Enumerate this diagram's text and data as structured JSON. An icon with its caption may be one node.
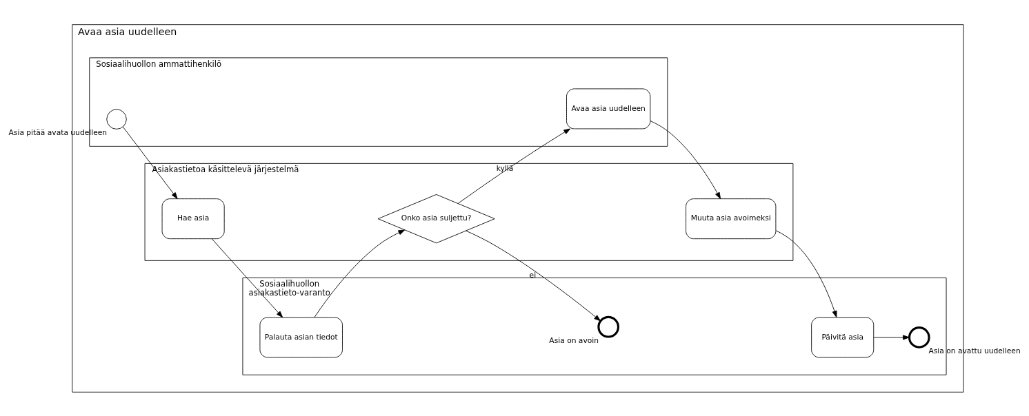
{
  "diagram": {
    "nodes": [
      {
        "text": [
          "Avaa asia uudelleen"
        ]
      },
      {
        "text": [
          "Sosiaalihuollon ammattihenkilö"
        ],
        "in": 0
      },
      {
        "text": [
          "Asiakastietoa käsittelevä järjestelmä"
        ],
        "in": 0
      },
      {
        "text": [
          "Sosiaalihuollon",
          "asiakastieto-varanto"
        ],
        "in": 0
      },
      {
        "text": [],
        "shape": "circle",
        "beside": [
          "Asia pitää avata uudelleen"
        ],
        "in": 1
      },
      {
        "text": [
          "Avaa asia uudelleen"
        ],
        "in": 1
      },
      {
        "text": [
          "Hae asia"
        ],
        "in": 2
      },
      {
        "text": [
          "Onko asia suljettu?"
        ],
        "in": 2
      },
      {
        "text": [
          "Muuta asia avoimeksi"
        ],
        "in": 2
      },
      {
        "text": [
          "Palauta asian tiedot"
        ],
        "in": 3
      },
      {
        "text": [],
        "shape": "circle",
        "beside": [
          "Asia on avoin"
        ],
        "in": 3
      },
      {
        "text": [
          "Päivitä asia"
        ],
        "in": 3
      },
      {
        "text": [],
        "shape": "circle",
        "beside": [
          "Asia on avattu uudelleen"
        ],
        "in": 3
      }
    ],
    "edges": [
      {
        "from": 4,
        "to": 6,
        "arrow": "to"
      },
      {
        "from": 6,
        "to": 9,
        "arrow": "to"
      },
      {
        "from": 9,
        "to": 7,
        "arrow": "to"
      },
      {
        "from": 7,
        "to": 5,
        "arrow": "to",
        "label": "kyllä"
      },
      {
        "from": 7,
        "to": 10,
        "arrow": "to",
        "label": "ei"
      },
      {
        "from": 5,
        "to": 8,
        "arrow": "to"
      },
      {
        "from": 8,
        "to": 11,
        "arrow": "to"
      },
      {
        "from": 11,
        "to": 12,
        "arrow": "to"
      }
    ]
  }
}
